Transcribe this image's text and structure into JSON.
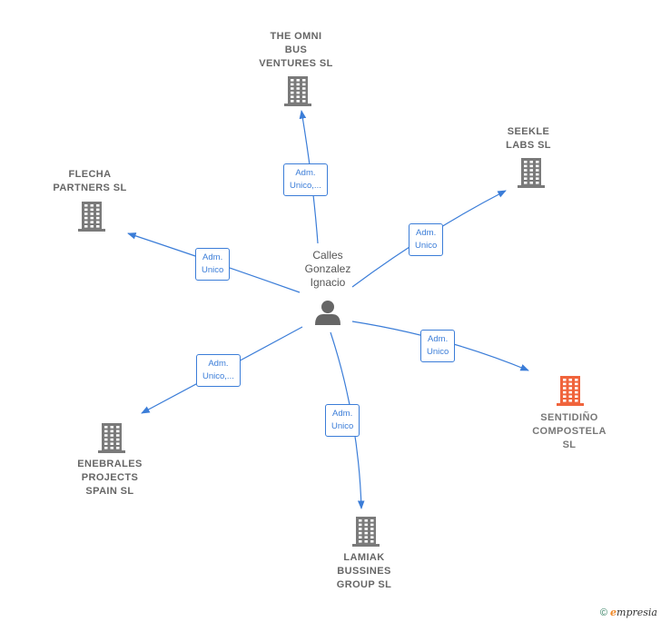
{
  "center": {
    "name_lines": [
      "Calles",
      "Gonzalez",
      "Ignacio"
    ],
    "icon": "person-icon"
  },
  "companies": [
    {
      "id": "omni",
      "lines": [
        "THE OMNI",
        "BUS",
        "VENTURES  SL"
      ],
      "icon": "building-icon",
      "color": "#7a7a7a",
      "role_lines": [
        "Adm.",
        "Unico,..."
      ]
    },
    {
      "id": "seekle",
      "lines": [
        "SEEKLE",
        "LABS  SL"
      ],
      "icon": "building-icon",
      "color": "#7a7a7a",
      "role_lines": [
        "Adm.",
        "Unico"
      ]
    },
    {
      "id": "flecha",
      "lines": [
        "FLECHA",
        "PARTNERS  SL"
      ],
      "icon": "building-icon",
      "color": "#7a7a7a",
      "role_lines": [
        "Adm.",
        "Unico"
      ]
    },
    {
      "id": "sentidino",
      "lines": [
        "SENTIDIÑO",
        "COMPOSTELA",
        "SL"
      ],
      "icon": "building-icon",
      "color": "#f0643c",
      "role_lines": [
        "Adm.",
        "Unico"
      ]
    },
    {
      "id": "enebrales",
      "lines": [
        "ENEBRALES",
        "PROJECTS",
        "SPAIN  SL"
      ],
      "icon": "building-icon",
      "color": "#7a7a7a",
      "role_lines": [
        "Adm.",
        "Unico,..."
      ]
    },
    {
      "id": "lamiak",
      "lines": [
        "LAMIAK",
        "BUSSINES",
        "GROUP  SL"
      ],
      "icon": "building-icon",
      "color": "#7a7a7a",
      "role_lines": [
        "Adm.",
        "Unico"
      ]
    }
  ],
  "colors": {
    "edge": "#3b7dd8",
    "building": "#7a7a7a",
    "highlight": "#f0643c",
    "person": "#666666"
  },
  "footer": {
    "copyright": "©",
    "brand_e": "e",
    "brand_rest": "mpresia"
  }
}
